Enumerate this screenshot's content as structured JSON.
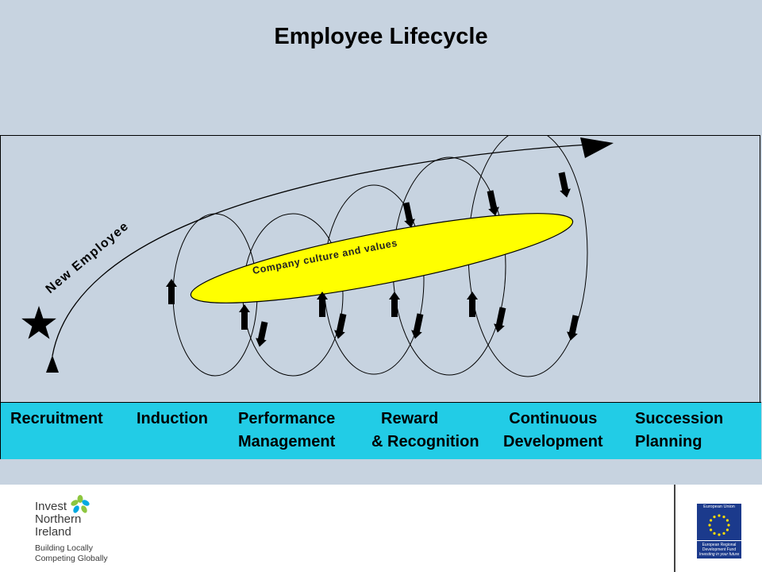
{
  "title": "Employee Lifecycle",
  "diagram": {
    "entry_label": "New Employee",
    "core_label": "Company culture and values",
    "stages": [
      {
        "line1": "Recruitment",
        "line2": ""
      },
      {
        "line1": "Induction",
        "line2": ""
      },
      {
        "line1": "Performance",
        "line2": "Management"
      },
      {
        "line1": "Reward",
        "line2": "& Recognition"
      },
      {
        "line1": "Continuous",
        "line2": "Development"
      },
      {
        "line1": "Succession",
        "line2": "Planning"
      }
    ]
  },
  "footer": {
    "inr": {
      "line1": "Invest",
      "line2": "Northern",
      "line3": "Ireland",
      "tag1": "Building Locally",
      "tag2": "Competing Globally"
    },
    "eu": {
      "head": "European Union",
      "sub1": "European Regional",
      "sub2": "Development Fund",
      "sub3": "Investing in your future"
    }
  },
  "colors": {
    "slide_bg": "#c7d3e0",
    "stage_band": "#22cce6",
    "core_fill": "#ffff00",
    "eu_blue": "#1b3a8c",
    "eu_star": "#ffdd00"
  }
}
